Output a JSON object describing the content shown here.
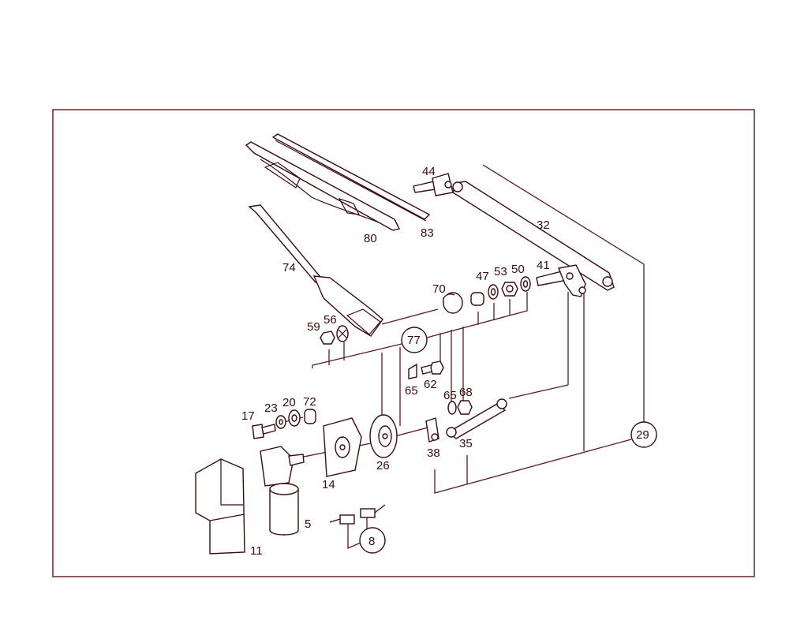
{
  "colors": {
    "line": "#5a1a22",
    "ink": "#3a0a10",
    "background": "#ffffff"
  },
  "parts": {
    "p5": "5",
    "p8": "8",
    "p11": "11",
    "p14": "14",
    "p17": "17",
    "p20": "20",
    "p23": "23",
    "p26": "26",
    "p29": "29",
    "p32": "32",
    "p35": "35",
    "p38": "38",
    "p41": "41",
    "p44": "44",
    "p47": "47",
    "p50": "50",
    "p53": "53",
    "p56": "56",
    "p59": "59",
    "p62": "62",
    "p65a": "65",
    "p65b": "65",
    "p68": "68",
    "p70": "70",
    "p72": "72",
    "p74": "74",
    "p77": "77",
    "p80": "80",
    "p83": "83"
  }
}
